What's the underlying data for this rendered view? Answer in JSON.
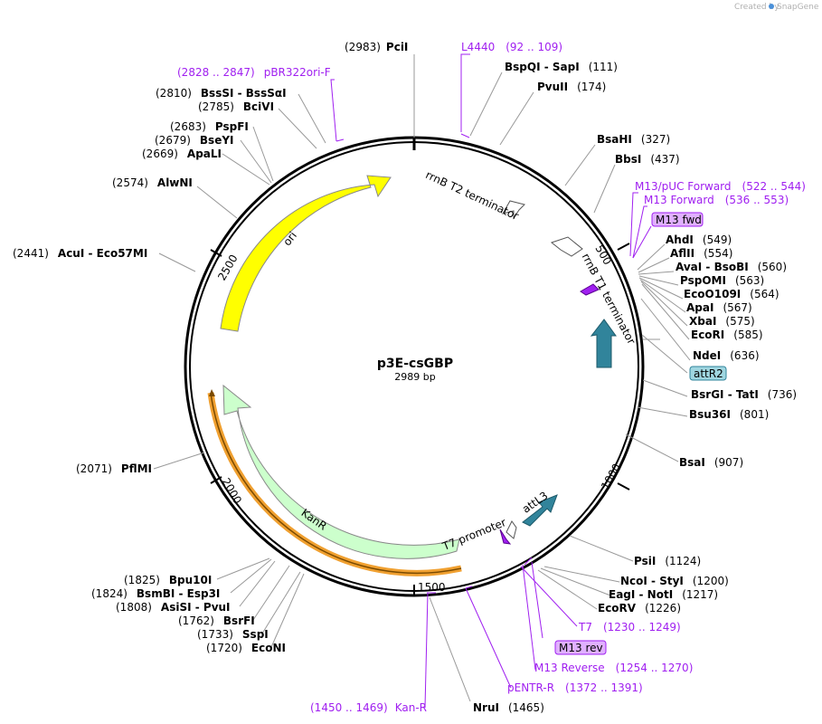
{
  "watermark": {
    "created_by": "Created by",
    "brand": "SnapGene"
  },
  "plasmid": {
    "name": "p3E-csGBP",
    "size_label": "2989 bp"
  },
  "ruler_ticks": [
    "500",
    "1000",
    "1500",
    "2000",
    "2500"
  ],
  "features": [
    {
      "name": "rrnB T2 terminator",
      "color": "#ffffff"
    },
    {
      "name": "rrnB T1 terminator",
      "color": "#ffffff"
    },
    {
      "name": "ori",
      "color": "#ffff00"
    },
    {
      "name": "KanR",
      "color": "#ccffcc"
    },
    {
      "name": "T7 promoter",
      "color": "#ffffff"
    },
    {
      "name": "attL3",
      "color": "#31849b"
    },
    {
      "name": "attR2",
      "color": "#31849b"
    }
  ],
  "enzymes": [
    {
      "name": "PciI",
      "pos": "(2983)"
    },
    {
      "name": "BspQI  - SapI",
      "pos": "(111)"
    },
    {
      "name": "PvuII",
      "pos": "(174)"
    },
    {
      "name": "BsaHI",
      "pos": "(327)"
    },
    {
      "name": "BbsI",
      "pos": "(437)"
    },
    {
      "name": "AhdI",
      "pos": "(549)"
    },
    {
      "name": "AflII",
      "pos": "(554)"
    },
    {
      "name": "AvaI  - BsoBI",
      "pos": "(560)"
    },
    {
      "name": "PspOMI",
      "pos": "(563)"
    },
    {
      "name": "EcoO109I",
      "pos": "(564)"
    },
    {
      "name": "ApaI",
      "pos": "(567)"
    },
    {
      "name": "XbaI",
      "pos": "(575)"
    },
    {
      "name": "EcoRI",
      "pos": "(585)"
    },
    {
      "name": "NdeI",
      "pos": "(636)"
    },
    {
      "name": "BsrGI  - TatI",
      "pos": "(736)"
    },
    {
      "name": "Bsu36I",
      "pos": "(801)"
    },
    {
      "name": "BsaI",
      "pos": "(907)"
    },
    {
      "name": "PsiI",
      "pos": "(1124)"
    },
    {
      "name": "NcoI  - StyI",
      "pos": "(1200)"
    },
    {
      "name": "EagI  - NotI",
      "pos": "(1217)"
    },
    {
      "name": "EcoRV",
      "pos": "(1226)"
    },
    {
      "name": "NruI",
      "pos": "(1465)"
    },
    {
      "name": "EcoNI",
      "pos": "(1720)"
    },
    {
      "name": "SspI",
      "pos": "(1733)"
    },
    {
      "name": "BsrFI",
      "pos": "(1762)"
    },
    {
      "name": "AsiSI  - PvuI",
      "pos": "(1808)"
    },
    {
      "name": "BsmBI  - Esp3I",
      "pos": "(1824)"
    },
    {
      "name": "Bpu10I",
      "pos": "(1825)"
    },
    {
      "name": "PflMI",
      "pos": "(2071)"
    },
    {
      "name": "AcuI  - Eco57MI",
      "pos": "(2441)"
    },
    {
      "name": "AlwNI",
      "pos": "(2574)"
    },
    {
      "name": "ApaLI",
      "pos": "(2669)"
    },
    {
      "name": "BseYI",
      "pos": "(2679)"
    },
    {
      "name": "PspFI",
      "pos": "(2683)"
    },
    {
      "name": "BciVI",
      "pos": "(2785)"
    },
    {
      "name": "BssSI  - BssSαI",
      "pos": "(2810)"
    }
  ],
  "primers": [
    {
      "name": "L4440",
      "range": "(92 .. 109)"
    },
    {
      "name": "pBR322ori-F",
      "range": "(2828 .. 2847)"
    },
    {
      "name": "M13/pUC Forward",
      "range": "(522 .. 544)"
    },
    {
      "name": "M13 Forward",
      "range": "(536 .. 553)"
    },
    {
      "name": "T7",
      "range": "(1230 .. 1249)"
    },
    {
      "name": "M13 Reverse",
      "range": "(1254 .. 1270)"
    },
    {
      "name": "pENTR-R",
      "range": "(1372 .. 1391)"
    },
    {
      "name": "Kan-R",
      "range": "(1450 .. 1469)"
    }
  ],
  "boxed_labels": [
    {
      "text": "M13 fwd",
      "fill": "#e0b0ff",
      "stroke": "#a020f0"
    },
    {
      "text": "attR2",
      "fill": "#9fd6e0",
      "stroke": "#31849b"
    },
    {
      "text": "M13 rev",
      "fill": "#e0b0ff",
      "stroke": "#a020f0"
    }
  ],
  "colors": {
    "primer": "#a020f0",
    "ori": "#ffff00",
    "kanr": "#ccffcc",
    "att": "#31849b",
    "orange_primer": "#f0a030"
  }
}
